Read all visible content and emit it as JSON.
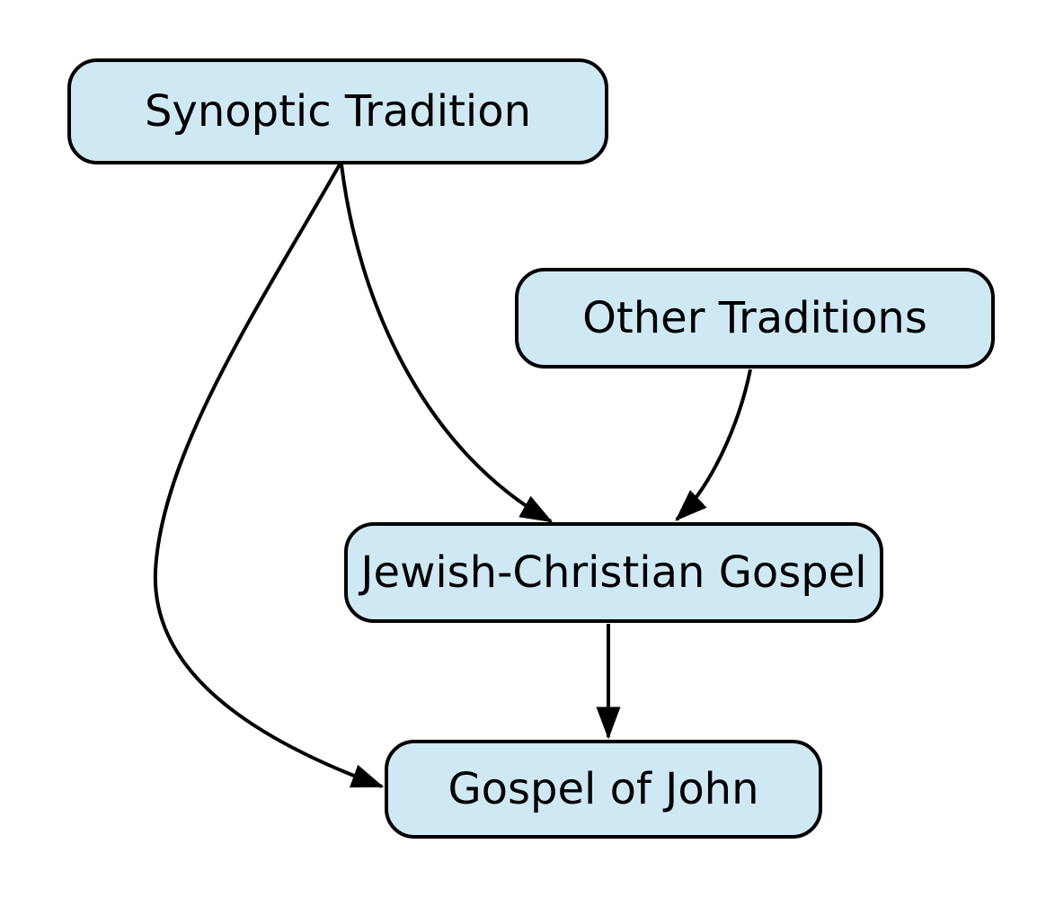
{
  "diagram": {
    "type": "flowchart",
    "colors": {
      "background": "#ffffff",
      "node-fill": "#cfe9f4",
      "node-border": "#000000",
      "edge": "#000000",
      "text": "#000000"
    },
    "nodes": [
      {
        "id": "synoptic",
        "label": "Synoptic Tradition"
      },
      {
        "id": "other",
        "label": "Other Traditions"
      },
      {
        "id": "jewish",
        "label": "Jewish-Christian Gospel"
      },
      {
        "id": "john",
        "label": "Gospel of John"
      }
    ],
    "edges": [
      {
        "from": "synoptic",
        "to": "jewish",
        "style": "curved-arrow"
      },
      {
        "from": "synoptic",
        "to": "john",
        "style": "curved-arrow"
      },
      {
        "from": "other",
        "to": "jewish",
        "style": "curved-arrow"
      },
      {
        "from": "jewish",
        "to": "john",
        "style": "straight-arrow"
      }
    ]
  }
}
